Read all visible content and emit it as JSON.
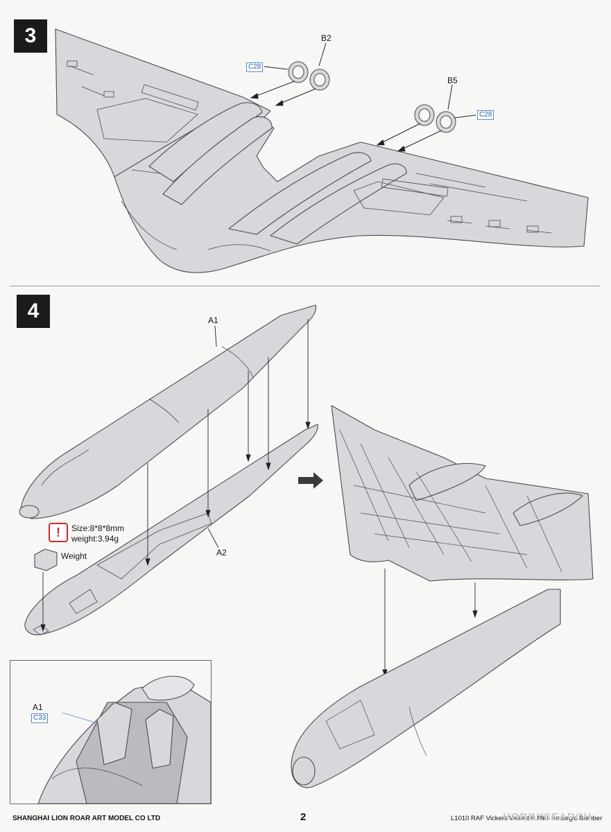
{
  "steps": {
    "step3": {
      "number": "3",
      "parts": {
        "b2": "B2",
        "b5": "B5",
        "ref_b2": "C28",
        "ref_b5": "C28"
      }
    },
    "step4": {
      "number": "4",
      "parts": {
        "a1": "A1",
        "a2": "A2"
      },
      "weight": {
        "size": "Size:8*8*8mm",
        "mass": "weight:3.94g",
        "label": "Weight",
        "alert_glyph": "!"
      },
      "inset": {
        "part": "A1",
        "ref": "C33"
      }
    }
  },
  "footer": {
    "company": "SHANGHAI LION ROAR ART MODEL CO LTD",
    "page_number": "2",
    "product": "L1010 RAF Vickers Valiant B.Mk1 Strategic Bomber",
    "watermark": "HOBBYSEARCH"
  },
  "colors": {
    "model_fill": "#d9d6dc",
    "model_stroke": "#4a4a4f",
    "badge": "#1b1b1b",
    "ref_blue": "#1e5fa8",
    "alert_red": "#d1262c"
  }
}
